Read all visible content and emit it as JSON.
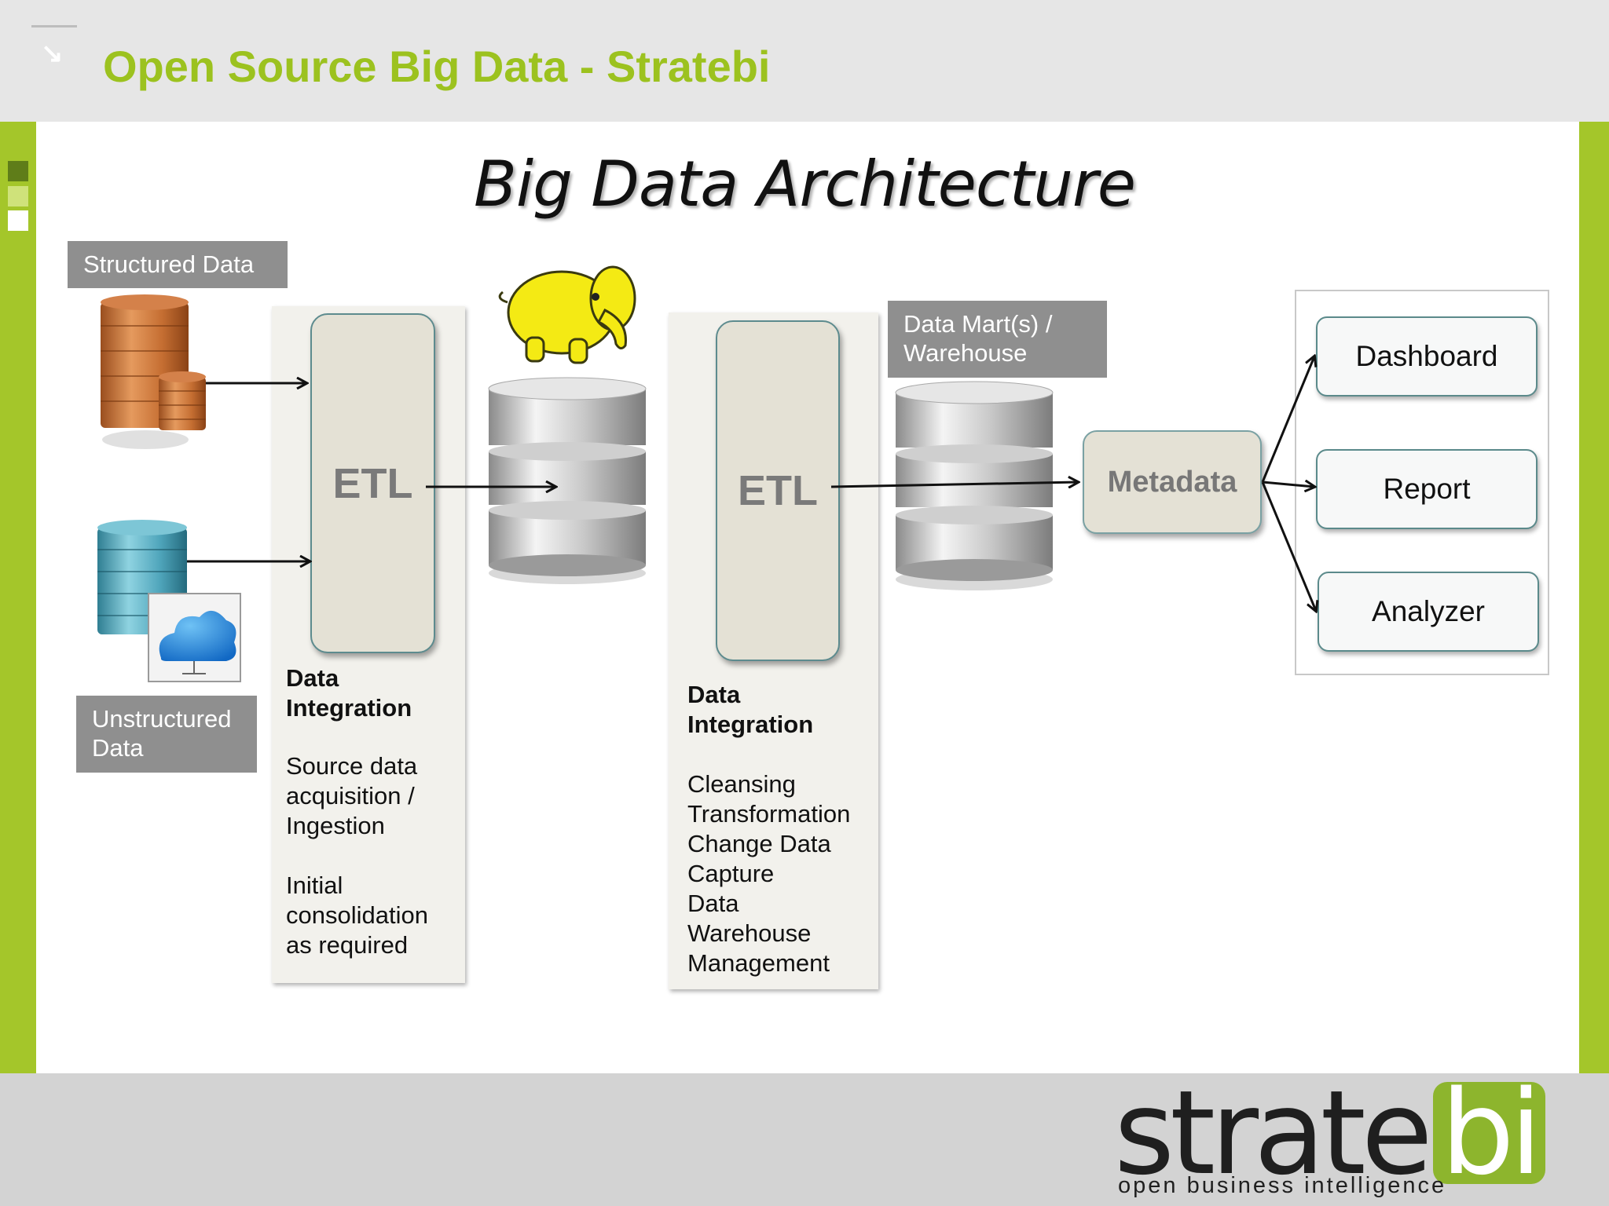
{
  "header": {
    "title": "Open Source Big Data - Stratebi"
  },
  "slide": {
    "title": "Big Data Architecture"
  },
  "sources": {
    "structured_label": "Structured Data",
    "unstructured_label_line1": "Unstructured",
    "unstructured_label_line2": "Data"
  },
  "stage1": {
    "etl": "ETL",
    "heading_line1": "Data",
    "heading_line2": "Integration",
    "lines": [
      "Source data",
      "acquisition /",
      "Ingestion",
      "",
      "Initial",
      "consolidation",
      "as required"
    ]
  },
  "stage2": {
    "etl": "ETL",
    "heading_line1": "Data",
    "heading_line2": "Integration",
    "lines": [
      "Cleansing",
      "Transformation",
      "Change Data",
      "Capture",
      "Data",
      "Warehouse",
      "Management"
    ]
  },
  "warehouse": {
    "label_line1": "Data Mart(s) /",
    "label_line2": "Warehouse"
  },
  "metadata": {
    "label": "Metadata"
  },
  "outputs": {
    "dashboard": "Dashboard",
    "report": "Report",
    "analyzer": "Analyzer"
  },
  "logo": {
    "word": "strate",
    "bi": "bi",
    "tagline": "open business intelligence"
  },
  "colors": {
    "accent_green": "#9cc21f",
    "bar_green": "#a4c62a",
    "label_gray": "#8f8f8f"
  }
}
